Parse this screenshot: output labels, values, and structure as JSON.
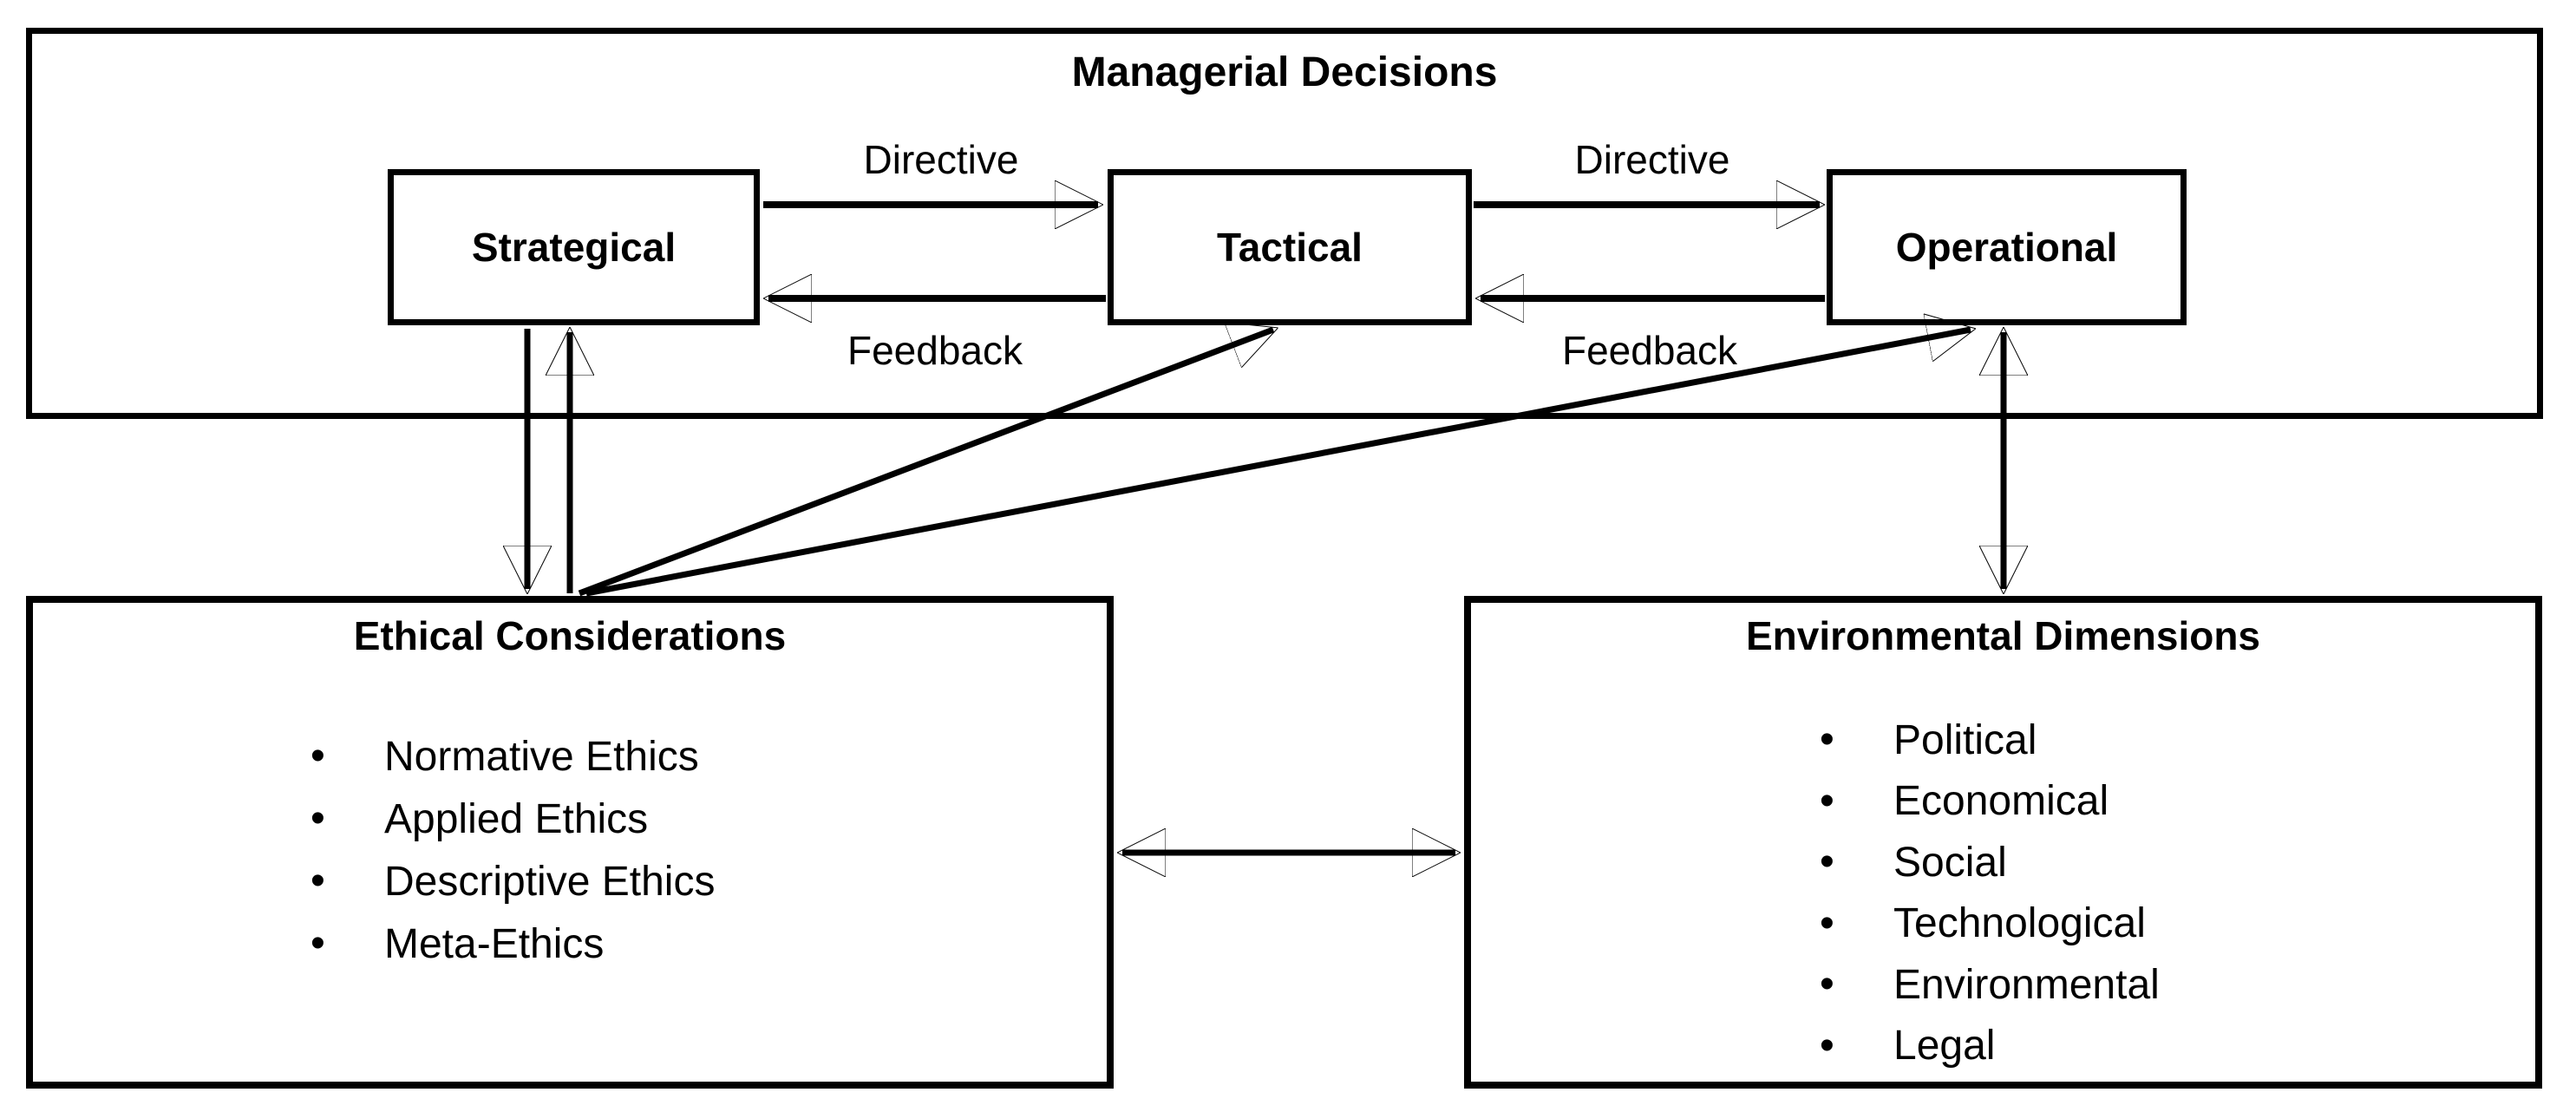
{
  "canvas": {
    "background": "#ffffff",
    "line_color": "#000000"
  },
  "bullet_char": "•",
  "managerial": {
    "title": "Managerial Decisions",
    "boxes": {
      "strategical": "Strategical",
      "tactical": "Tactical",
      "operational": "Operational"
    },
    "arrow_labels": {
      "directive_1": "Directive",
      "feedback_1": "Feedback",
      "directive_2": "Directive",
      "feedback_2": "Feedback"
    }
  },
  "ethical": {
    "title": "Ethical Considerations",
    "items": [
      "Normative Ethics",
      "Applied Ethics",
      "Descriptive Ethics",
      "Meta-Ethics"
    ]
  },
  "environmental": {
    "title": "Environmental Dimensions",
    "items": [
      "Political",
      "Economical",
      "Social",
      "Technological",
      "Environmental",
      "Legal"
    ]
  }
}
